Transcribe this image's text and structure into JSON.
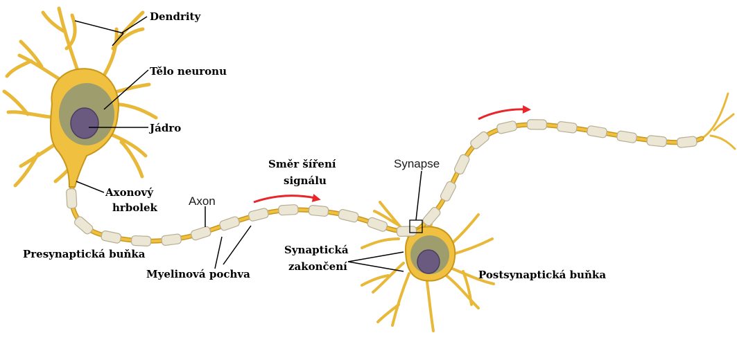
{
  "labels": {
    "dendrity": "Dendrity",
    "telo_neuronu": "Tělo neuronu",
    "jadro": "Jádro",
    "axonovy": "Axonový",
    "hrbolek": "hrbolek",
    "axon": "Axon",
    "presynapticka": "Presynaptická buňka",
    "myelinova": "Myelinová pochva",
    "smer_sireni": "Směr šíření",
    "signalu": "signálu",
    "synapse": "Synapse",
    "synapticka": "Synaptická",
    "zakonceni": "zakončení",
    "postsynapticka": "Postsynaptická buňka"
  },
  "colors": {
    "cell_body": "#f0c040",
    "cell_edge": "#c8961a",
    "dendrite": "#e8b838",
    "myelin": "#ece6d4",
    "myelin_edge": "#b8ae94",
    "nucleus": "#6a5a80",
    "organelles": "#5a7f93",
    "signal_arrow": "#e8252a",
    "leader_line": "#000000"
  },
  "icons": {
    "signal_arrow": "red-curved-arrow-icon"
  }
}
